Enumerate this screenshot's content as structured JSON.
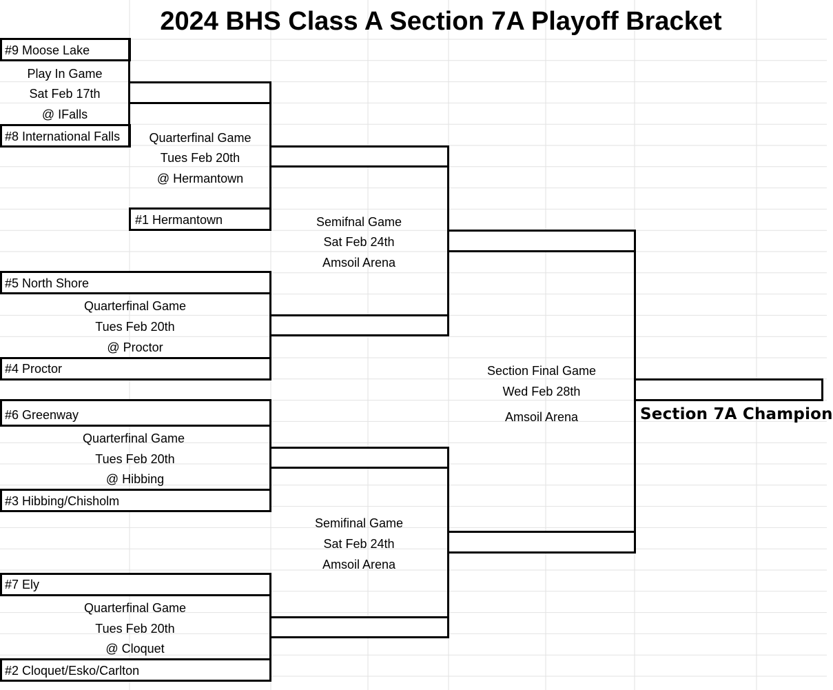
{
  "title": "2024 BHS Class A Section 7A Playoff Bracket",
  "teams": {
    "moose_lake": "#9 Moose Lake",
    "international_falls": "#8 International Falls",
    "hermantown": "#1 Hermantown",
    "north_shore": "#5 North Shore",
    "proctor": "#4 Proctor",
    "greenway": "#6 Greenway",
    "hibbing_chisholm": "#3 Hibbing/Chisholm",
    "ely": "#7 Ely",
    "cloquet": "#2 Cloquet/Esko/Carlton"
  },
  "games": {
    "play_in": [
      "Play In Game",
      "Sat Feb 17th",
      "@ IFalls"
    ],
    "qf_hermantown": [
      "Quarterfinal Game",
      "Tues Feb 20th",
      "@ Hermantown"
    ],
    "qf_proctor": [
      "Quarterfinal Game",
      "Tues Feb 20th",
      "@ Proctor"
    ],
    "qf_hibbing": [
      "Quarterfinal Game",
      "Tues Feb 20th",
      "@ Hibbing"
    ],
    "qf_cloquet": [
      "Quarterfinal Game",
      "Tues Feb 20th",
      "@ Cloquet"
    ],
    "sf_top": [
      "Semifnal Game",
      "Sat Feb 24th",
      "Amsoil Arena"
    ],
    "sf_bottom": [
      "Semifinal Game",
      "Sat Feb 24th",
      "Amsoil Arena"
    ],
    "final": [
      "Section Final Game",
      "Wed Feb 28th",
      "Amsoil Arena"
    ]
  },
  "champion_label": "Section 7A Champion"
}
